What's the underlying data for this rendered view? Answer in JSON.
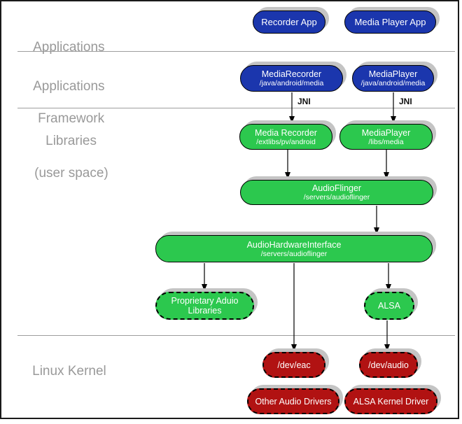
{
  "colors": {
    "app_blue": "#1b36ad",
    "lib_green": "#2cc84e",
    "kernel_red": "#b11212",
    "shadow_gray": "#c4c4c4",
    "label_gray": "#999999",
    "divider_gray": "#9e9e9e",
    "frame_black": "#1a1a1a"
  },
  "layer_labels": {
    "applications": "Applications",
    "framework_line1": "Applications",
    "framework_line2": "Framework",
    "libraries_line1": "Libraries",
    "libraries_line2": "(user space)",
    "linux_kernel": "Linux Kernel"
  },
  "connector_labels": {
    "jni_left": "JNI",
    "jni_right": "JNI"
  },
  "nodes": {
    "recorder_app": {
      "title": "Recorder App"
    },
    "media_player_app": {
      "title": "Media Player App"
    },
    "media_recorder_framework": {
      "title": "MediaRecorder",
      "subtitle": "/java/android/media"
    },
    "media_player_framework": {
      "title": "MediaPlayer",
      "subtitle": "/java/android/media"
    },
    "media_recorder_library": {
      "title": "Media Recorder",
      "subtitle": "/extlibs/pv/android"
    },
    "media_player_library": {
      "title": "MediaPlayer",
      "subtitle": "/libs/media"
    },
    "audioflinger": {
      "title": "AudioFlinger",
      "subtitle": "/servers/audioflinger"
    },
    "audio_hardware_interface": {
      "title": "AudioHardwareInterface",
      "subtitle": "/servers/audioflinger"
    },
    "proprietary_audio_libraries": {
      "title": "Proprietary Aduio Libraries"
    },
    "alsa": {
      "title": "ALSA"
    },
    "dev_eac": {
      "title": "/dev/eac"
    },
    "dev_audio": {
      "title": "/dev/audio"
    },
    "other_audio_drivers": {
      "title": "Other Audio Drivers"
    },
    "alsa_kernel_driver": {
      "title": "ALSA Kernel Driver"
    }
  }
}
